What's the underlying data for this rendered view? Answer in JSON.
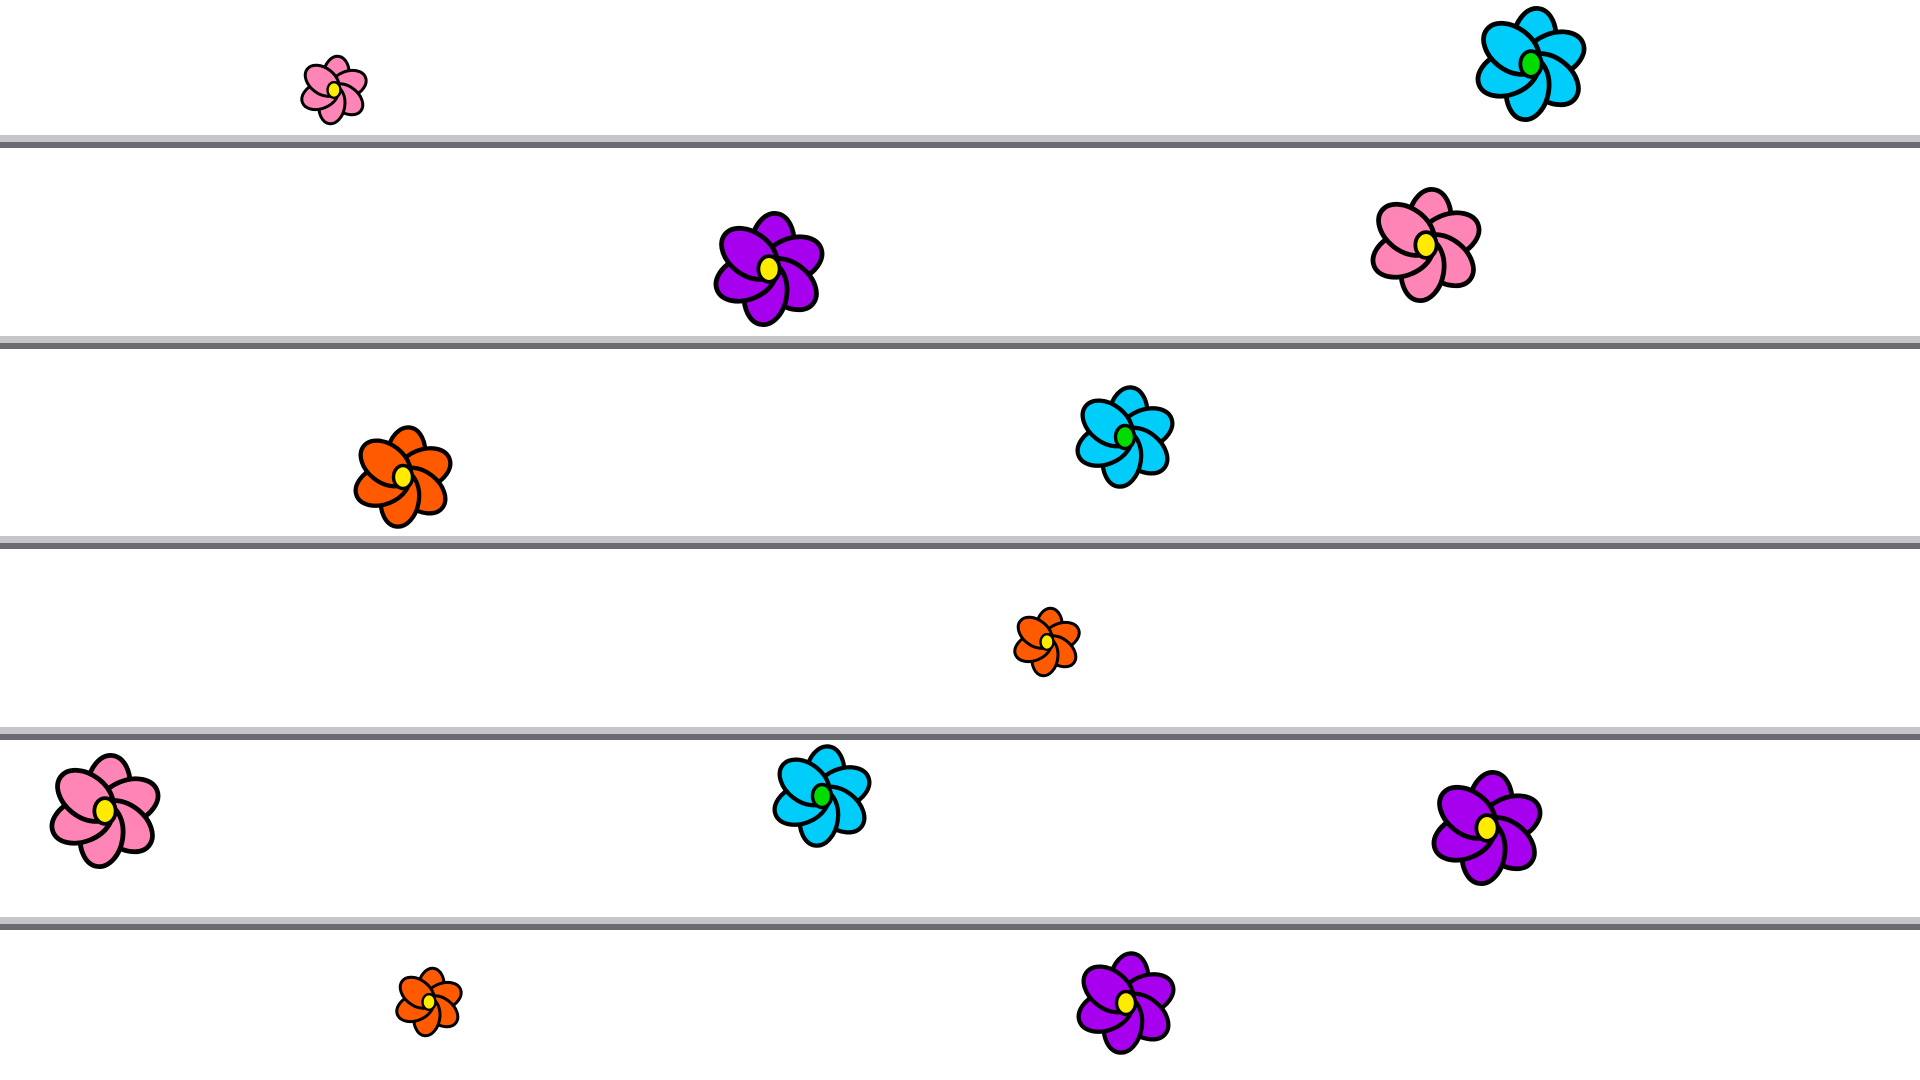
{
  "scene": {
    "shelf_count": 5,
    "shelf_colors": {
      "top_highlight": "#c6c6c8",
      "bottom_shadow": "#6b6b72"
    }
  },
  "flower_colors": {
    "pink": {
      "petal": "#ff85b6",
      "center": "#ffeb00"
    },
    "cyan": {
      "petal": "#00cdf9",
      "center": "#00dc00"
    },
    "purple": {
      "petal": "#a600ee",
      "center": "#ffeb00"
    },
    "orange": {
      "petal": "#ff5a00",
      "center": "#ffeb00"
    }
  },
  "flowers": [
    {
      "color": "pink",
      "size": "small"
    },
    {
      "color": "cyan",
      "size": "large"
    },
    {
      "color": "purple",
      "size": "large"
    },
    {
      "color": "pink",
      "size": "large"
    },
    {
      "color": "orange",
      "size": "medium"
    },
    {
      "color": "cyan",
      "size": "medium"
    },
    {
      "color": "orange",
      "size": "small"
    },
    {
      "color": "pink",
      "size": "large"
    },
    {
      "color": "cyan",
      "size": "medium"
    },
    {
      "color": "purple",
      "size": "large"
    },
    {
      "color": "orange",
      "size": "small"
    },
    {
      "color": "purple",
      "size": "medium"
    }
  ]
}
